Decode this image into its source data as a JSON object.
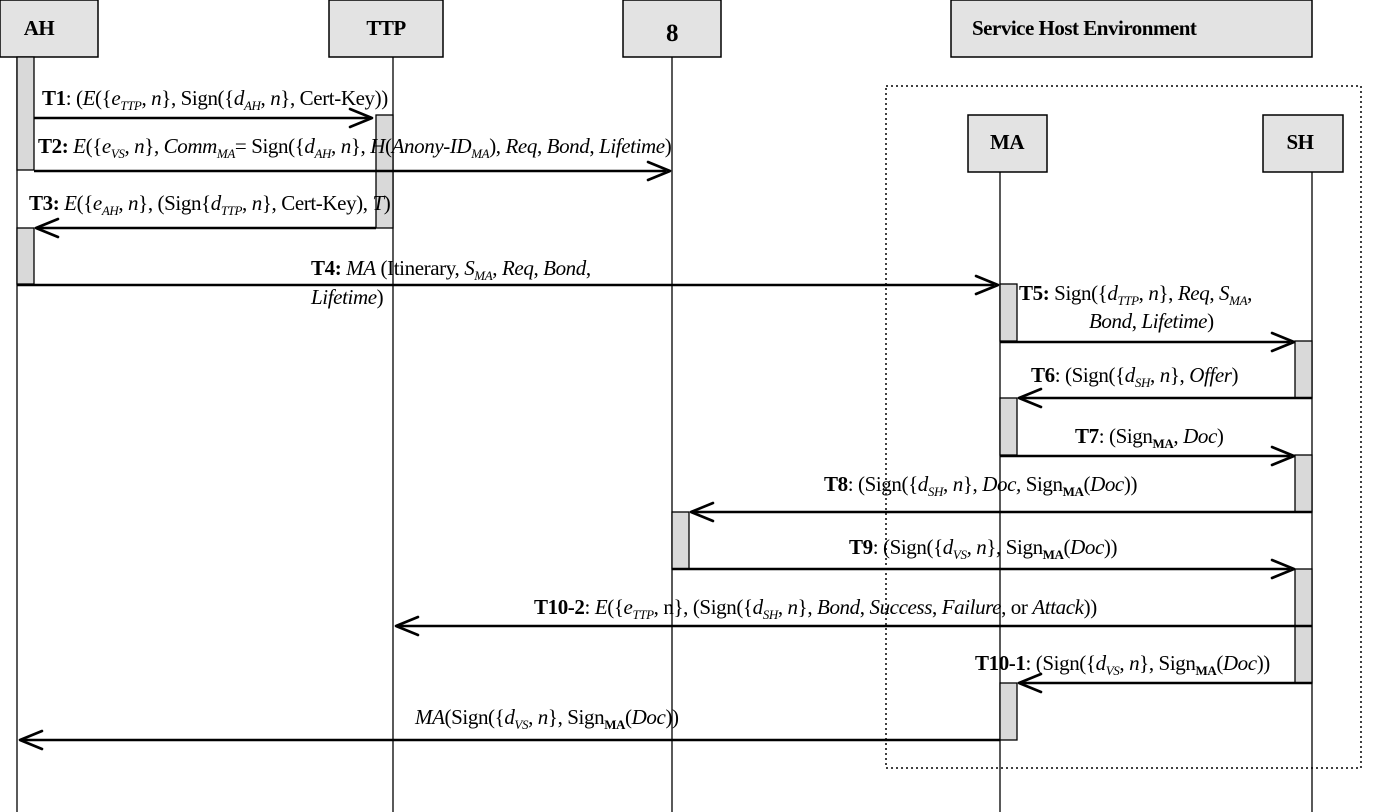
{
  "participants": {
    "ah": "AH",
    "ttp": "TTP",
    "vs": "8",
    "she": "Service Host Environment",
    "ma": "MA",
    "sh": "SH"
  },
  "messages": {
    "t1": [
      {
        "t": "T1",
        "b": true
      },
      {
        "t": ": ("
      },
      {
        "t": "E",
        "i": true
      },
      {
        "t": "({"
      },
      {
        "t": "e",
        "i": true
      },
      {
        "t": "TTP",
        "i": true,
        "s": true
      },
      {
        "t": ", "
      },
      {
        "t": "n",
        "i": true
      },
      {
        "t": "}, Sign({"
      },
      {
        "t": "d",
        "i": true
      },
      {
        "t": "AH",
        "i": true,
        "s": true
      },
      {
        "t": ", "
      },
      {
        "t": "n",
        "i": true
      },
      {
        "t": "}, Cert-Key))"
      }
    ],
    "t2": [
      {
        "t": "T2:",
        "b": true
      },
      {
        "t": " "
      },
      {
        "t": "E",
        "i": true
      },
      {
        "t": "({"
      },
      {
        "t": "e",
        "i": true
      },
      {
        "t": "VS",
        "i": true,
        "s": true
      },
      {
        "t": ", "
      },
      {
        "t": "n",
        "i": true
      },
      {
        "t": "}, "
      },
      {
        "t": "Comm",
        "i": true
      },
      {
        "t": "MA",
        "i": true,
        "s": true
      },
      {
        "t": "= Sign({"
      },
      {
        "t": "d",
        "i": true
      },
      {
        "t": "AH",
        "i": true,
        "s": true
      },
      {
        "t": ", "
      },
      {
        "t": "n",
        "i": true
      },
      {
        "t": "}, "
      },
      {
        "t": "H",
        "i": true
      },
      {
        "t": "("
      },
      {
        "t": "Anony-ID",
        "i": true
      },
      {
        "t": "MA",
        "i": true,
        "s": true
      },
      {
        "t": "), "
      },
      {
        "t": "Req",
        "i": true
      },
      {
        "t": ", "
      },
      {
        "t": "Bond",
        "i": true
      },
      {
        "t": ", "
      },
      {
        "t": "Lifetime",
        "i": true
      },
      {
        "t": ")"
      }
    ],
    "t3": [
      {
        "t": "T3:",
        "b": true
      },
      {
        "t": " "
      },
      {
        "t": "E",
        "i": true
      },
      {
        "t": "({"
      },
      {
        "t": "e",
        "i": true
      },
      {
        "t": "AH",
        "i": true,
        "s": true
      },
      {
        "t": ", "
      },
      {
        "t": "n",
        "i": true
      },
      {
        "t": "}, (Sign{"
      },
      {
        "t": "d",
        "i": true
      },
      {
        "t": "TTP",
        "i": true,
        "s": true
      },
      {
        "t": ", "
      },
      {
        "t": "n",
        "i": true
      },
      {
        "t": "}, Cert-Key), "
      },
      {
        "t": "T",
        "i": true
      },
      {
        "t": ")"
      }
    ],
    "t4a": [
      {
        "t": "T4:",
        "b": true
      },
      {
        "t": " "
      },
      {
        "t": "MA",
        "i": true
      },
      {
        "t": " (Itinerary, "
      },
      {
        "t": "S",
        "i": true
      },
      {
        "t": "MA",
        "i": true,
        "s": true
      },
      {
        "t": ", "
      },
      {
        "t": "Req",
        "i": true
      },
      {
        "t": ", "
      },
      {
        "t": "Bond",
        "i": true
      },
      {
        "t": ","
      }
    ],
    "t4b": [
      {
        "t": "Lifetime",
        "i": true
      },
      {
        "t": ")"
      }
    ],
    "t5a": [
      {
        "t": "T5:",
        "b": true
      },
      {
        "t": " Sign({"
      },
      {
        "t": "d",
        "i": true
      },
      {
        "t": "TTP",
        "i": true,
        "s": true
      },
      {
        "t": ", "
      },
      {
        "t": "n",
        "i": true
      },
      {
        "t": "}, "
      },
      {
        "t": "Req",
        "i": true
      },
      {
        "t": ", "
      },
      {
        "t": "S",
        "i": true
      },
      {
        "t": "MA",
        "i": true,
        "s": true
      },
      {
        "t": ","
      }
    ],
    "t5b": [
      {
        "t": "Bond",
        "i": true
      },
      {
        "t": ", "
      },
      {
        "t": "Lifetime",
        "i": true
      },
      {
        "t": ")"
      }
    ],
    "t6": [
      {
        "t": "T6",
        "b": true
      },
      {
        "t": ": (Sign({"
      },
      {
        "t": "d",
        "i": true
      },
      {
        "t": "SH",
        "i": true,
        "s": true
      },
      {
        "t": ", "
      },
      {
        "t": "n",
        "i": true
      },
      {
        "t": "}, "
      },
      {
        "t": "Offer",
        "i": true
      },
      {
        "t": ")"
      }
    ],
    "t7": [
      {
        "t": "T7",
        "b": true
      },
      {
        "t": ": (Sign"
      },
      {
        "t": "MA",
        "b": true,
        "s": true
      },
      {
        "t": ", "
      },
      {
        "t": "Doc",
        "i": true
      },
      {
        "t": ")"
      }
    ],
    "t8": [
      {
        "t": "T8",
        "b": true
      },
      {
        "t": ": (Sign({"
      },
      {
        "t": "d",
        "i": true
      },
      {
        "t": "SH",
        "i": true,
        "s": true
      },
      {
        "t": ", "
      },
      {
        "t": "n",
        "i": true
      },
      {
        "t": "}, "
      },
      {
        "t": "Doc,",
        "i": true
      },
      {
        "t": " Sign"
      },
      {
        "t": "MA",
        "b": true,
        "s": true
      },
      {
        "t": "("
      },
      {
        "t": "Doc",
        "i": true
      },
      {
        "t": "))"
      }
    ],
    "t9": [
      {
        "t": "T9",
        "b": true
      },
      {
        "t": ": (Sign({"
      },
      {
        "t": "d",
        "i": true
      },
      {
        "t": "VS",
        "i": true,
        "s": true
      },
      {
        "t": ", "
      },
      {
        "t": "n",
        "i": true
      },
      {
        "t": "}, Sign"
      },
      {
        "t": "MA",
        "b": true,
        "s": true
      },
      {
        "t": "("
      },
      {
        "t": "Doc",
        "i": true
      },
      {
        "t": "))"
      }
    ],
    "t10_2": [
      {
        "t": "T10-2",
        "b": true
      },
      {
        "t": ": "
      },
      {
        "t": "E",
        "i": true
      },
      {
        "t": "({"
      },
      {
        "t": "e",
        "i": true
      },
      {
        "t": "TTP",
        "i": true,
        "s": true
      },
      {
        "t": ", n}, (Sign({"
      },
      {
        "t": "d",
        "i": true
      },
      {
        "t": "SH",
        "i": true,
        "s": true
      },
      {
        "t": ", "
      },
      {
        "t": "n",
        "i": true
      },
      {
        "t": "}, "
      },
      {
        "t": "Bond",
        "i": true
      },
      {
        "t": ", "
      },
      {
        "t": "Success",
        "i": true
      },
      {
        "t": ", "
      },
      {
        "t": "Failure",
        "i": true
      },
      {
        "t": ", or "
      },
      {
        "t": "Attack",
        "i": true
      },
      {
        "t": "))"
      }
    ],
    "t10_1": [
      {
        "t": "T10-1",
        "b": true
      },
      {
        "t": ": (Sign({"
      },
      {
        "t": "d",
        "i": true
      },
      {
        "t": "VS",
        "i": true,
        "s": true
      },
      {
        "t": ", "
      },
      {
        "t": "n",
        "i": true
      },
      {
        "t": "}, Sign"
      },
      {
        "t": "MA",
        "b": true,
        "s": true
      },
      {
        "t": "("
      },
      {
        "t": "Doc",
        "i": true
      },
      {
        "t": "))"
      }
    ],
    "final": [
      {
        "t": "MA",
        "i": true
      },
      {
        "t": "(Sign({"
      },
      {
        "t": "d",
        "i": true
      },
      {
        "t": "VS",
        "i": true,
        "s": true
      },
      {
        "t": ", "
      },
      {
        "t": "n",
        "i": true
      },
      {
        "t": "}, Sign"
      },
      {
        "t": "MA",
        "b": true,
        "s": true
      },
      {
        "t": "("
      },
      {
        "t": "Doc",
        "i": true
      },
      {
        "t": "))"
      }
    ]
  }
}
